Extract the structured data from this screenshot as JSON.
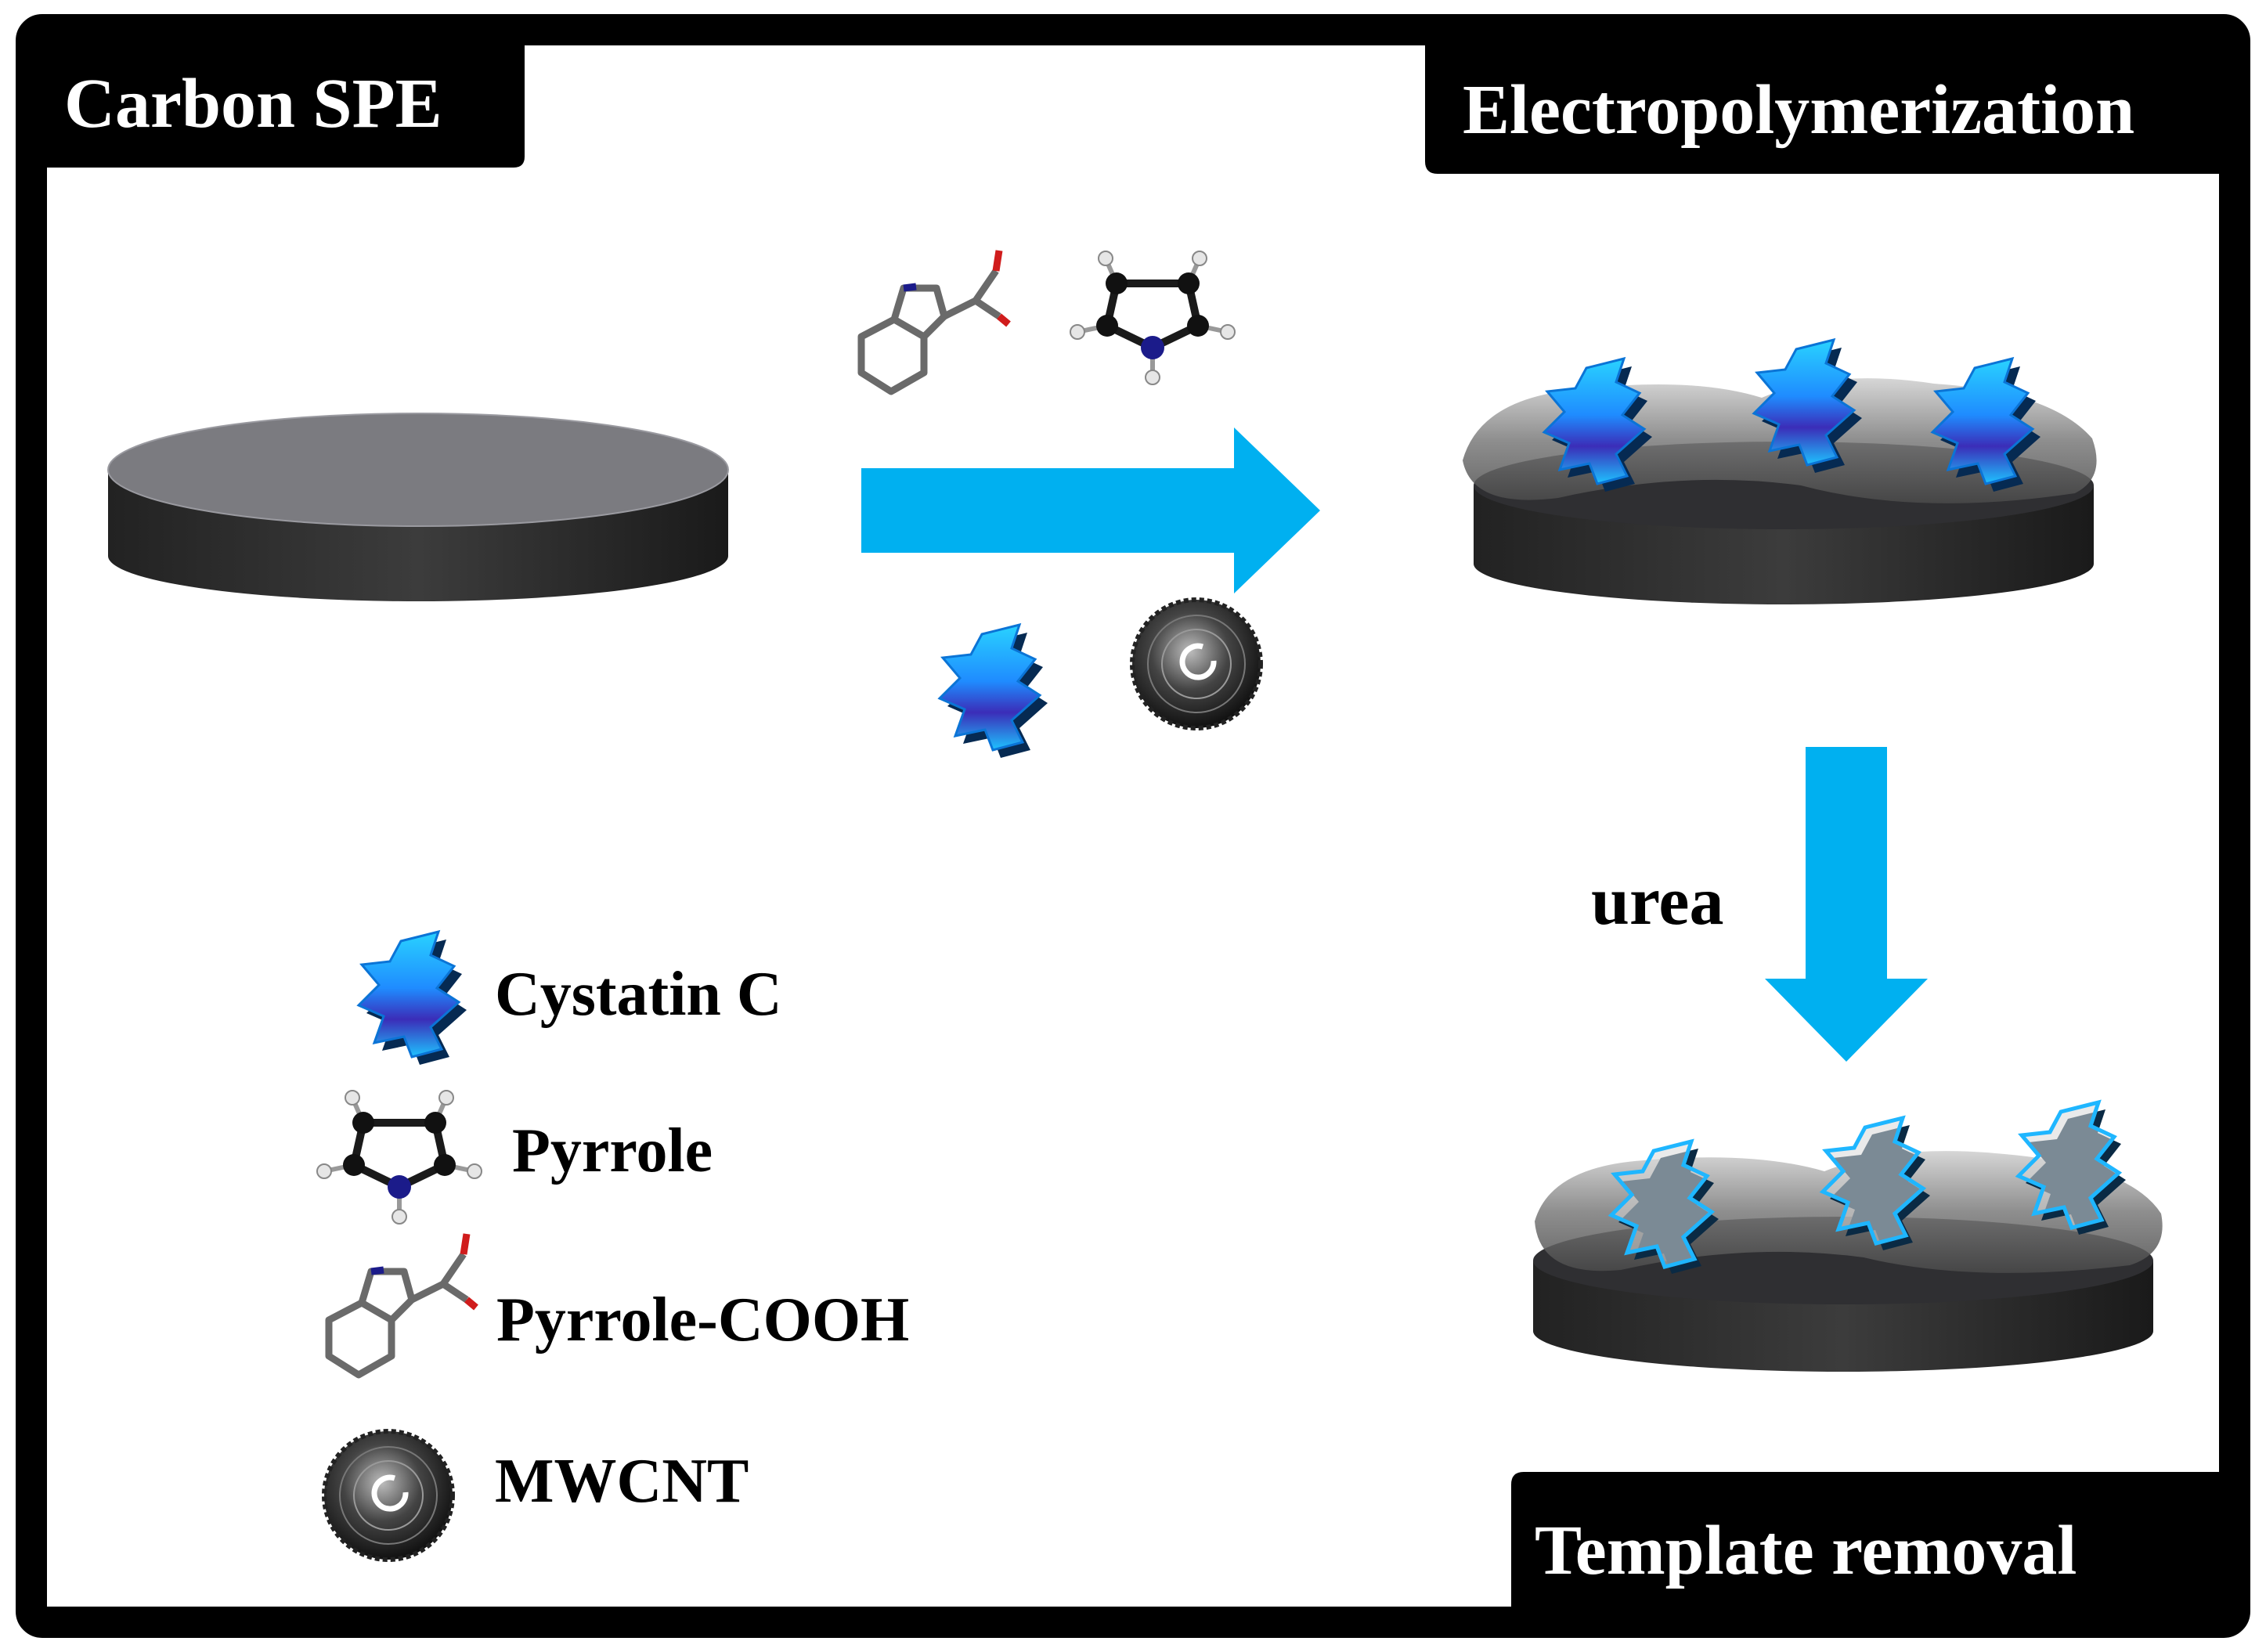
{
  "step_labels": {
    "carbon_spe": "Carbon SPE",
    "electropolymerization": "Electropolymerization",
    "template_removal": "Template removal"
  },
  "reagent_label": "urea",
  "legend": [
    {
      "label": "Cystatin C",
      "icon": "protein-icon"
    },
    {
      "label": "Pyrrole",
      "icon": "pyrrole-molecule-icon"
    },
    {
      "label": "Pyrrole-COOH",
      "icon": "pyrrole-cooh-molecule-icon"
    },
    {
      "label": "MWCNT",
      "icon": "mwcnt-icon"
    }
  ],
  "colors": {
    "frame": "#000000",
    "arrow": "#00b0f0",
    "electrode_top": "#7b7b80",
    "electrode_side": "#3a3a3e",
    "protein": "#1e90ff",
    "film": "#8c8c8c"
  }
}
